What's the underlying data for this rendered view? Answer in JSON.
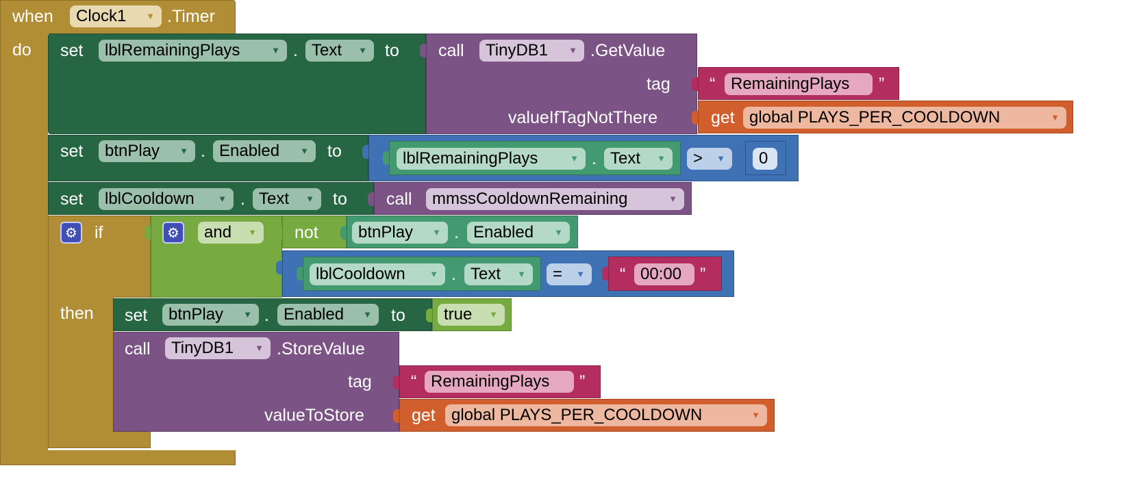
{
  "event": {
    "when": "when",
    "component": "Clock1",
    "event_name": ".Timer",
    "do": "do"
  },
  "set_remaining": {
    "set": "set",
    "component": "lblRemainingPlays",
    "dot": ".",
    "property": "Text",
    "to": "to"
  },
  "getvalue": {
    "call": "call",
    "component": "TinyDB1",
    "method": ".GetValue",
    "tag_label": "tag",
    "tag_open": "“",
    "tag_value": "RemainingPlays",
    "tag_close": "”",
    "default_label": "valueIfTagNotThere",
    "get": "get",
    "variable": "global PLAYS_PER_COOLDOWN"
  },
  "set_enabled": {
    "set": "set",
    "component": "btnPlay",
    "dot": ".",
    "property": "Enabled",
    "to": "to",
    "cmp_component": "lblRemainingPlays",
    "cmp_dot": ".",
    "cmp_property": "Text",
    "operator": ">",
    "number": "0"
  },
  "set_cooldown": {
    "set": "set",
    "component": "lblCooldown",
    "dot": ".",
    "property": "Text",
    "to": "to",
    "call": "call",
    "procedure": "mmssCooldownRemaining"
  },
  "if_block": {
    "if": "if",
    "then": "then",
    "and": "and",
    "not": "not",
    "not_component": "btnPlay",
    "not_dot": ".",
    "not_property": "Enabled",
    "eq_component": "lblCooldown",
    "eq_dot": ".",
    "eq_property": "Text",
    "eq_operator": "=",
    "str_open": "“",
    "str_value": "00:00",
    "str_close": "”"
  },
  "then_set": {
    "set": "set",
    "component": "btnPlay",
    "dot": ".",
    "property": "Enabled",
    "to": "to",
    "value": "true"
  },
  "store": {
    "call": "call",
    "component": "TinyDB1",
    "method": ".StoreValue",
    "tag_label": "tag",
    "tag_open": "“",
    "tag_value": "RemainingPlays",
    "tag_close": "”",
    "value_label": "valueToStore",
    "get": "get",
    "variable": "global PLAYS_PER_COOLDOWN"
  },
  "icons": {
    "dropdown": "▼",
    "gear": "⚙"
  },
  "colors": {
    "event": "#b18e35",
    "component_set": "#266643",
    "component_get": "#439970",
    "component_method": "#7c5385",
    "text": "#b32d5e",
    "variable": "#d05f2d",
    "math_compare": "#3f71b5",
    "logic": "#77ab41",
    "procedure": "#7c5385"
  }
}
